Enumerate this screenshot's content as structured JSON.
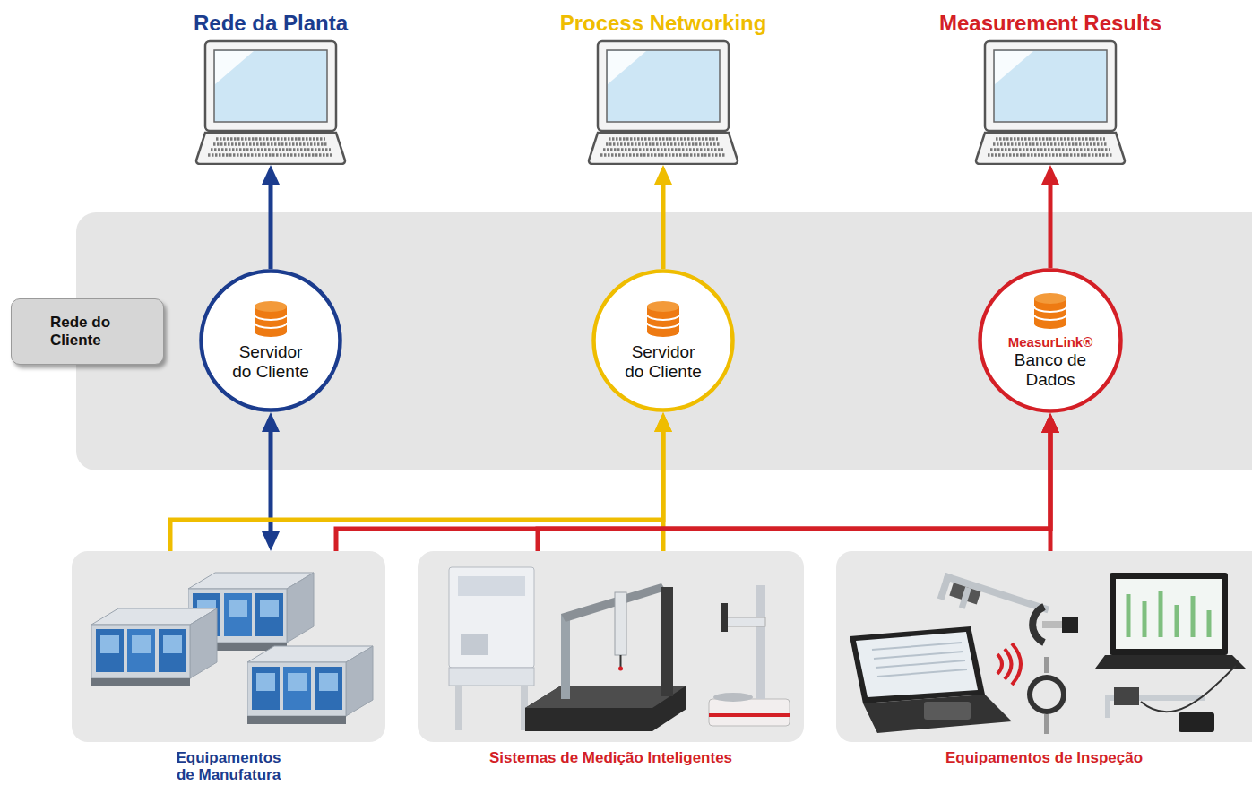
{
  "diagram": {
    "nodes": [
      {
        "text": [
          "Rede da Planta"
        ]
      },
      {
        "text": [
          "Process Networking"
        ]
      },
      {
        "text": [
          "Measurement Results"
        ]
      },
      {
        "text": [
          "Rede do Cliente"
        ]
      },
      {
        "text": [
          "Servidor do Cliente"
        ],
        "in": 3
      },
      {
        "text": [
          "Servidor do Cliente"
        ],
        "in": 3
      },
      {
        "text": [
          "MeasurLink®",
          "Banco de Dados"
        ],
        "in": 3
      },
      {
        "text": [
          "Equipamentos de Manufatura"
        ]
      },
      {
        "text": [
          "Sistemas de Medição Inteligentes"
        ]
      },
      {
        "text": [
          "Equipamentos de Inspeção"
        ]
      }
    ],
    "edges": [
      {
        "from": 4,
        "to": 0,
        "arrow": "to"
      },
      {
        "from": 5,
        "to": 1,
        "arrow": "to"
      },
      {
        "from": 6,
        "to": 2,
        "arrow": "to"
      },
      {
        "from": 7,
        "to": 4,
        "arrow": "both"
      },
      {
        "from": 7,
        "to": 5,
        "arrow": "to"
      },
      {
        "from": 8,
        "to": 5,
        "arrow": "to"
      },
      {
        "from": 7,
        "to": 6,
        "arrow": "to"
      },
      {
        "from": 8,
        "to": 6,
        "arrow": "to"
      },
      {
        "from": 9,
        "to": 6,
        "arrow": "to"
      }
    ]
  }
}
